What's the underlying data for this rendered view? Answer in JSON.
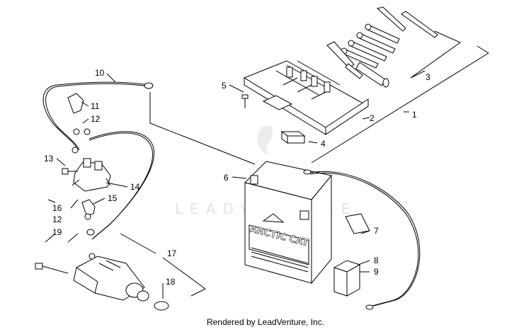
{
  "watermark": "LEADVENTURE",
  "battery_label": "ARCTIC CAT",
  "footer": "Rendered by LeadVenture, Inc.",
  "callouts": {
    "c1": "1",
    "c2": "2",
    "c3": "3",
    "c4": "4",
    "c5": "5",
    "c6": "6",
    "c7": "7",
    "c8": "8",
    "c9": "9",
    "c10": "10",
    "c11": "11",
    "c12a": "12",
    "c12b": "12",
    "c13": "13",
    "c14": "14",
    "c15": "15",
    "c16": "16",
    "c17": "17",
    "c18": "18",
    "c19": "19"
  }
}
